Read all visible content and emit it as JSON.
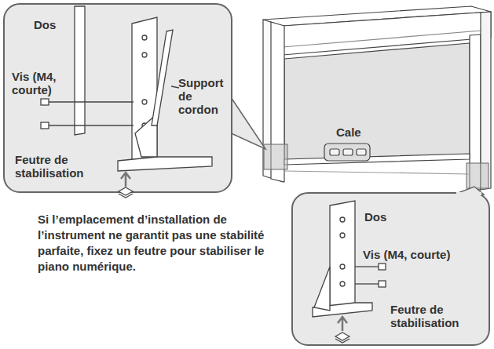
{
  "diagram": {
    "nodes": [
      {
        "text": [
          "Dos",
          "Vis (M4, courte)",
          "Support de cordon",
          "Feutre de stabilisation"
        ]
      },
      {
        "text": [
          "Dos",
          "Vis (M4, courte)",
          "Feutre de stabilisation"
        ]
      }
    ],
    "labels": [
      "Cale",
      "Si l’emplacement d’installation de l’instrument ne garantit pas une stabilité parfaite, fixez un feutre pour stabiliser le piano numérique."
    ]
  }
}
